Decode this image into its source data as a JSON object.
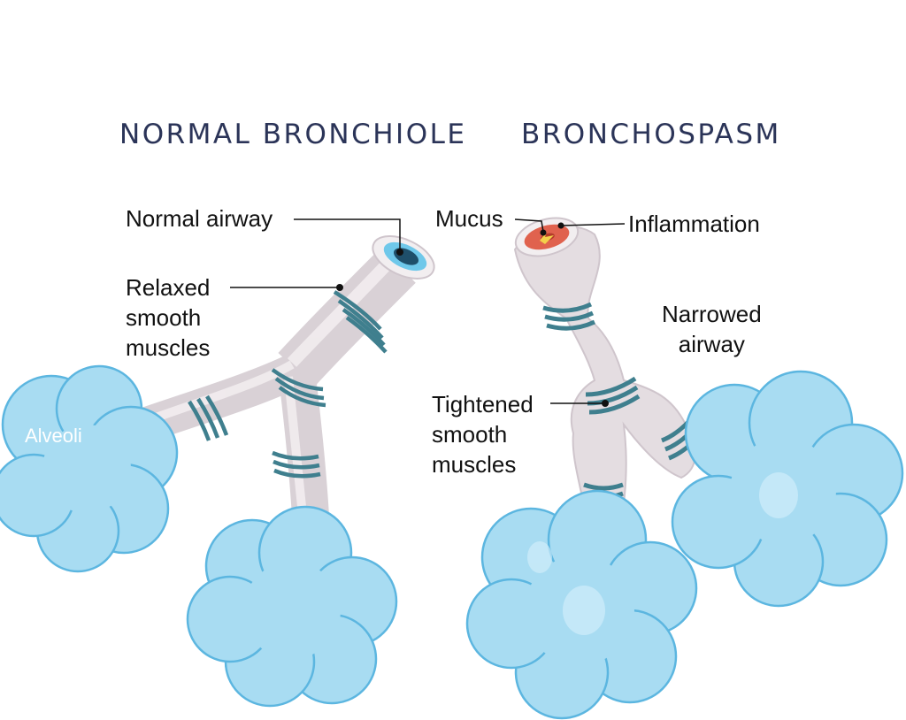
{
  "titles": {
    "normal": "NORMAL BRONCHIOLE",
    "spasm": "BRONCHOSPASM"
  },
  "labels": {
    "normal_airway": "Normal airway",
    "relaxed": [
      "Relaxed",
      "smooth",
      "muscles"
    ],
    "alveoli": "Alveoli",
    "mucus": "Mucus",
    "inflammation": "Inflammation",
    "narrowed": [
      "Narrowed",
      "airway"
    ],
    "tightened": [
      "Tightened",
      "smooth",
      "muscles"
    ]
  },
  "colors": {
    "title": "#2b3458",
    "tube": "#e4dde1",
    "muscle": "#3f7f8e",
    "alveoli": "#a8dcf2",
    "alveoli_outline": "#5cb6e0",
    "lumen": "#2aa6d6",
    "inflammation": "#e0624e"
  }
}
